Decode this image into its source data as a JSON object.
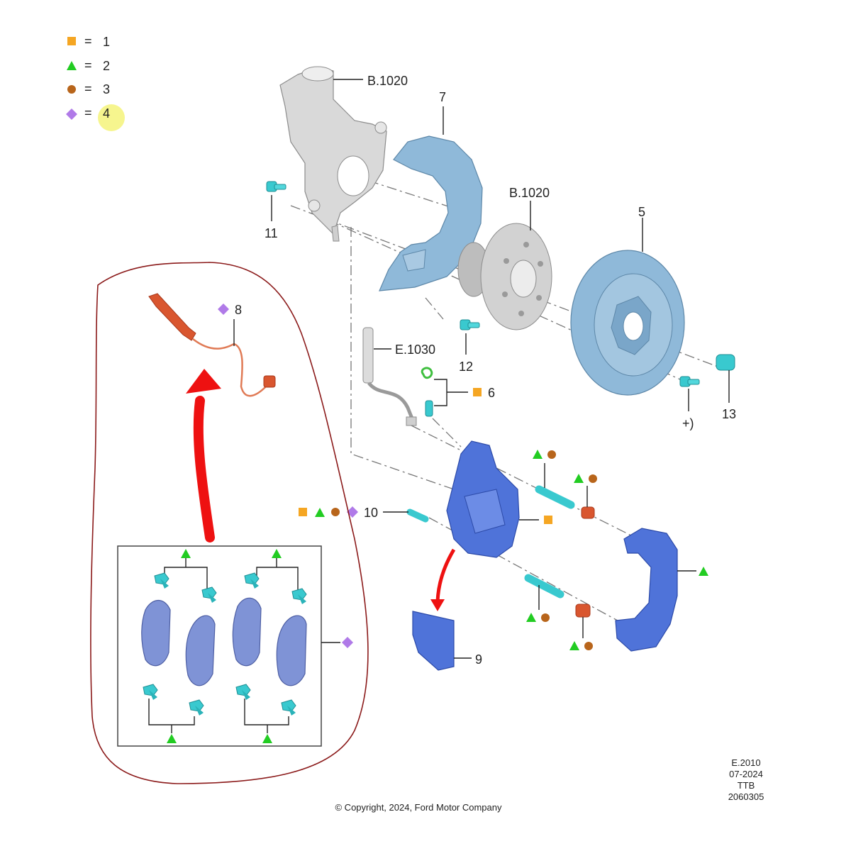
{
  "legend": [
    {
      "symbol": "square",
      "color": "#f5a623",
      "text": "1"
    },
    {
      "symbol": "triangle",
      "color": "#22cc22",
      "text": "2"
    },
    {
      "symbol": "circle",
      "color": "#b8651b",
      "text": "3"
    },
    {
      "symbol": "diamond",
      "color": "#b07ae8",
      "text": "4"
    }
  ],
  "highlight_color": "#f5f37a",
  "callouts": {
    "knuckle_ref": "B.1020",
    "hub_ref": "B.1020",
    "sensor_ref": "E.1030",
    "shield": "7",
    "disc": "5",
    "bolt_11": "11",
    "bolt_12": "12",
    "bolt_13": "13",
    "bleed_6": "6",
    "plus_note": "+)",
    "wear_sensor": "8",
    "guide_bolt": "10",
    "clip_9": "9"
  },
  "footer": {
    "code": "E.2010",
    "date": "07-2024",
    "ttb": "TTB",
    "number": "2060305",
    "copyright": "© Copyright, 2024, Ford Motor Company"
  },
  "colors": {
    "symbol_orange": "#f5a623",
    "symbol_green": "#22cc22",
    "symbol_brown": "#b8651b",
    "symbol_purple": "#b07ae8",
    "annotation_red": "#8b1a1a",
    "arrow_red": "#ee1111"
  }
}
